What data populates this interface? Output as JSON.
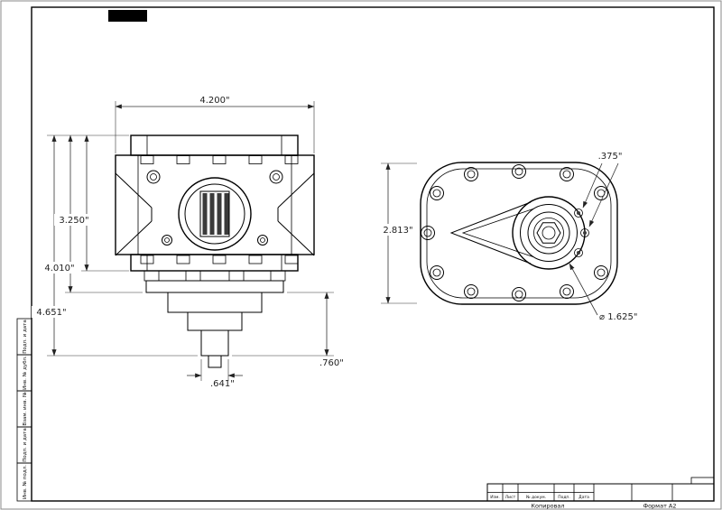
{
  "drawing_frame": {
    "side_strips": [
      "Подп. и дата",
      "Инв. № дубл.",
      "Взам. инв. №",
      "Подп. и дата",
      "Инв. № подл."
    ],
    "title_block": {
      "columns": [
        "Изм.",
        "Лист",
        "№ докум.",
        "Подп.",
        "Дата"
      ],
      "copied": "Копировал",
      "format": "Формат А2"
    }
  },
  "dimensions": {
    "overall_width": "4.200\"",
    "body_height": "3.250\"",
    "mid_height": "4.010\"",
    "overall_height": "4.651\"",
    "shaft_width": ".641\"",
    "shaft_length": ".760\"",
    "front_height": "2.813\"",
    "port_hole": ".375\"",
    "bore_diameter": "⌀ 1.625\""
  }
}
